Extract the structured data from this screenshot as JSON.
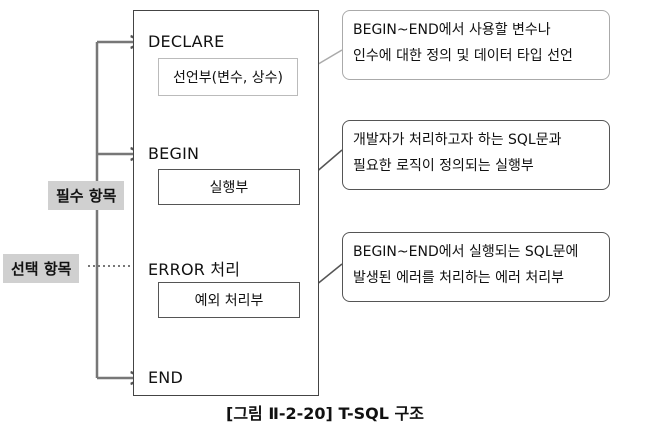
{
  "sections": {
    "declare": "DECLARE",
    "begin": "BEGIN",
    "error": "ERROR 처리",
    "end": "END"
  },
  "inner_boxes": {
    "declare": "선언부(변수, 상수)",
    "begin": "실행부",
    "error": "예외 처리부"
  },
  "callouts": {
    "declare": [
      "BEGIN~END에서 사용할 변수나",
      "인수에 대한 정의 및 데이터 타입 선언"
    ],
    "begin": [
      "개발자가 처리하고자 하는 SQL문과",
      "필요한 로직이 정의되는 실행부"
    ],
    "error": [
      "BEGIN~END에서 실행되는 SQL문에",
      "발생된 에러를 처리하는 에러 처리부"
    ]
  },
  "labels": {
    "required": "필수 항목",
    "optional": "선택 항목"
  },
  "caption": "[그림 Ⅱ-2-20] T-SQL 구조"
}
